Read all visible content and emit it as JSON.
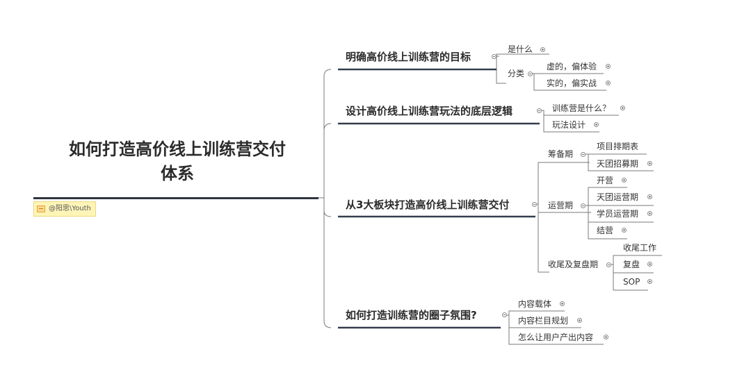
{
  "root": {
    "title_line1": "如何打造高价线上训练营交付",
    "title_line2": "体系",
    "author": "@阳思\\Youth"
  },
  "branches": [
    {
      "label": "明确高价线上训练营的目标",
      "children": [
        {
          "label": "是什么"
        },
        {
          "label": "分类",
          "children": [
            {
              "label": "虚的，偏体验"
            },
            {
              "label": "实的，偏实战"
            }
          ]
        }
      ]
    },
    {
      "label": "设计高价线上训练营玩法的底层逻辑",
      "children": [
        {
          "label": "训练营是什么？"
        },
        {
          "label": "玩法设计"
        }
      ]
    },
    {
      "label": "从3大板块打造高价线上训练营交付",
      "children": [
        {
          "label": "筹备期",
          "children": [
            {
              "label": "项目排期表"
            },
            {
              "label": "天团招募期"
            }
          ]
        },
        {
          "label": "运营期",
          "children": [
            {
              "label": "开营"
            },
            {
              "label": "天团运营期"
            },
            {
              "label": "学员运营期"
            },
            {
              "label": "结营"
            }
          ]
        },
        {
          "label": "收尾及复盘期",
          "children": [
            {
              "label": "收尾工作"
            },
            {
              "label": "复盘"
            },
            {
              "label": "SOP"
            }
          ]
        }
      ]
    },
    {
      "label": "如何打造训练营的圈子氛围?",
      "children": [
        {
          "label": "内容载体"
        },
        {
          "label": "内容栏目规划"
        },
        {
          "label": "怎么让用户产出内容"
        }
      ]
    }
  ]
}
